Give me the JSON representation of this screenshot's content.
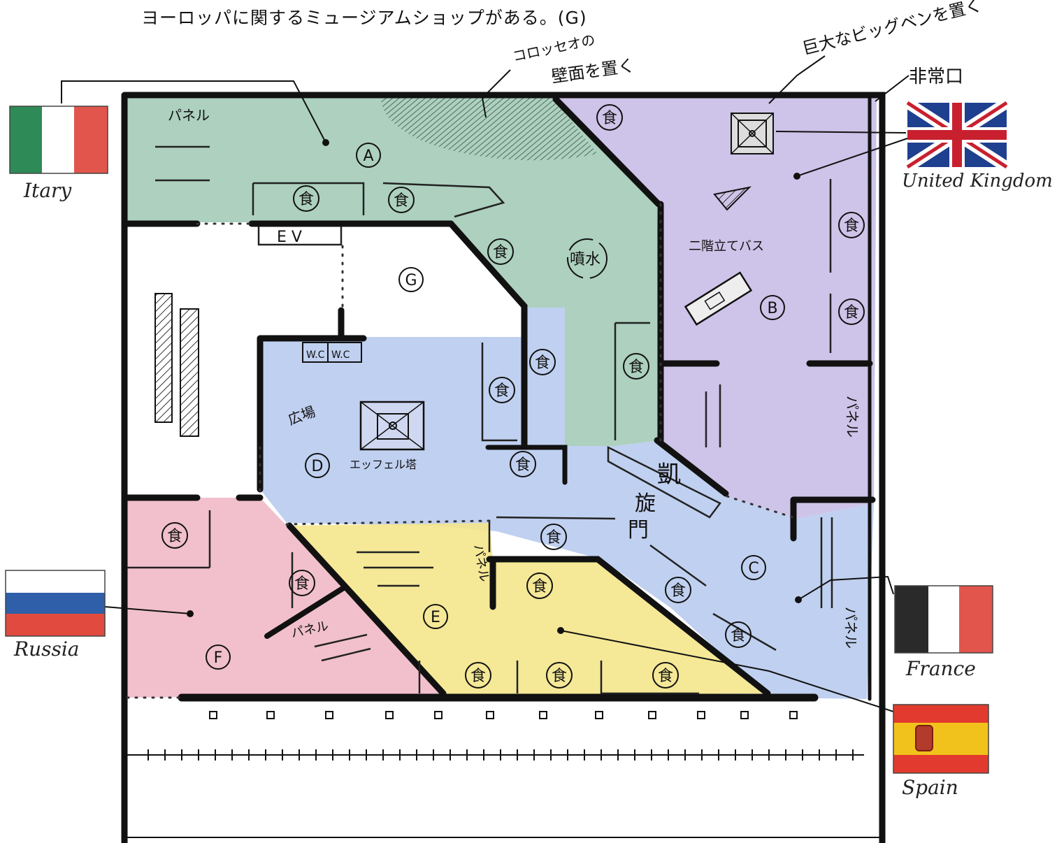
{
  "caption": "ヨーロッパに関するミュージアムショップがある。(G)",
  "notes": {
    "colosseum_line1": "コロッセオの",
    "colosseum_line2": "壁面を置く",
    "bigben": "巨大なビッグベンを置く",
    "emergency_exit": "非常口",
    "double_decker": "二階立てバス",
    "fountain": "噴水",
    "plaza": "広場",
    "eiffel": "エッフェル塔",
    "arc_1": "凱",
    "arc_2": "旋",
    "arc_3": "門",
    "elevator": "E V",
    "wc": "W.C"
  },
  "panel_label": "パネル",
  "food_label": "食",
  "zones": {
    "A": "A",
    "B": "B",
    "C": "C",
    "D": "D",
    "E": "E",
    "F": "F",
    "G": "G"
  },
  "countries": {
    "italy": "Itary",
    "uk": "United Kingdom",
    "russia": "Russia",
    "france": "France",
    "spain": "Spain"
  },
  "colors": {
    "italy_zone": "#9fc8b4",
    "uk_zone": "#c9bde6",
    "france_zone": "#b9cbee",
    "spain_zone": "#f4e58c",
    "russia_zone": "#efb9c7",
    "wall": "#111111"
  }
}
